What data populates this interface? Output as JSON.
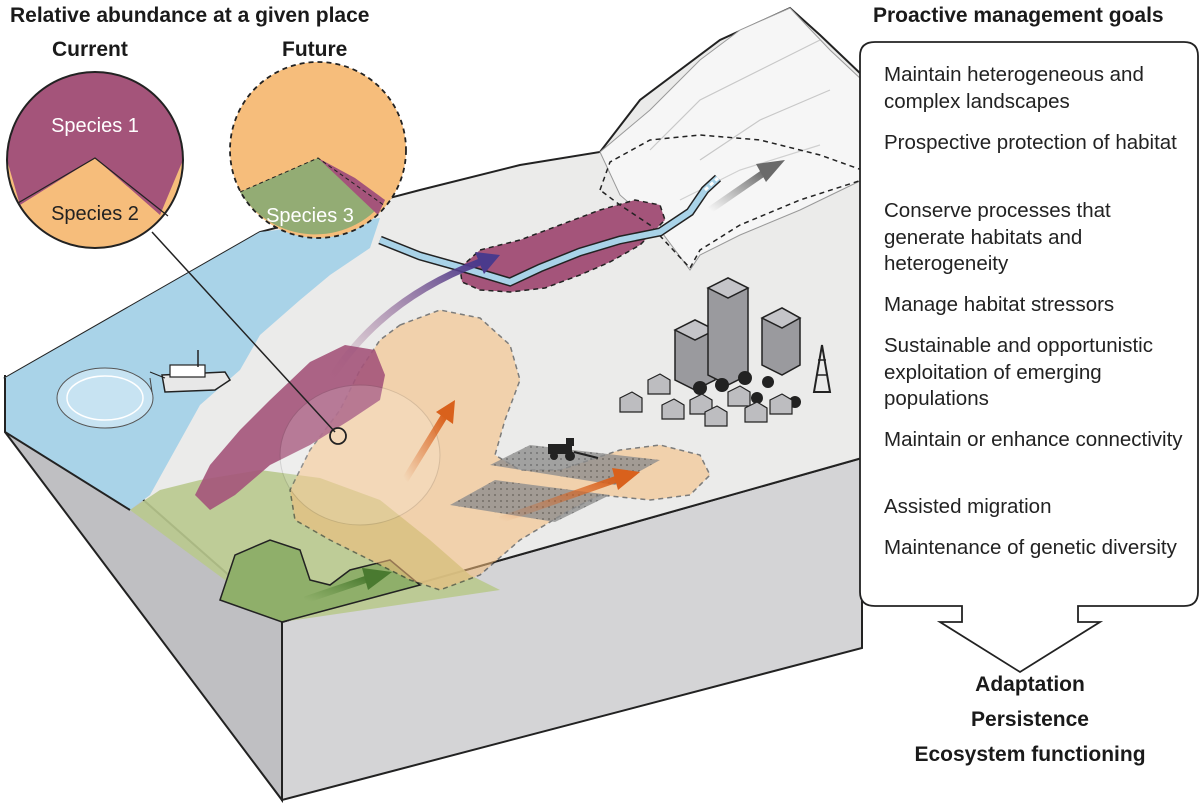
{
  "titles": {
    "abundance": "Relative abundance at a given place",
    "current": "Current",
    "future": "Future",
    "goals": "Proactive management goals"
  },
  "pies": {
    "current": {
      "top_label": "Species 1",
      "bottom_label": "Species 2"
    },
    "future": {
      "bottom_label": "Species 3"
    }
  },
  "goals": [
    "Maintain heterogeneous and complex landscapes",
    "Prospective protection of habitat",
    "Conserve processes that generate habitats and heterogeneity",
    "Manage habitat stressors",
    "Sustainable and opportunistic exploitation of emerging populations",
    "Maintain or enhance connectivity",
    "Assisted migration",
    "Maintenance of genetic diversity"
  ],
  "outcomes": [
    "Adaptation",
    "Persistence",
    "Ecosystem functioning"
  ],
  "colors": {
    "species1": "#a4547a",
    "species2": "#f6bd7b",
    "species3": "#93ac74",
    "water": "#a9d3e8",
    "land": "#ebebea",
    "orange_arrow": "#d9611c",
    "purple_arrow": "#5c3f8c",
    "green_arrow": "#5c8a3c",
    "gray_arrow": "#7a7a7a"
  },
  "icons": [
    "fishing-boat-icon",
    "tractor-icon",
    "buildings-icon",
    "houses-icon",
    "oil-derrick-icon",
    "trees-icon"
  ]
}
